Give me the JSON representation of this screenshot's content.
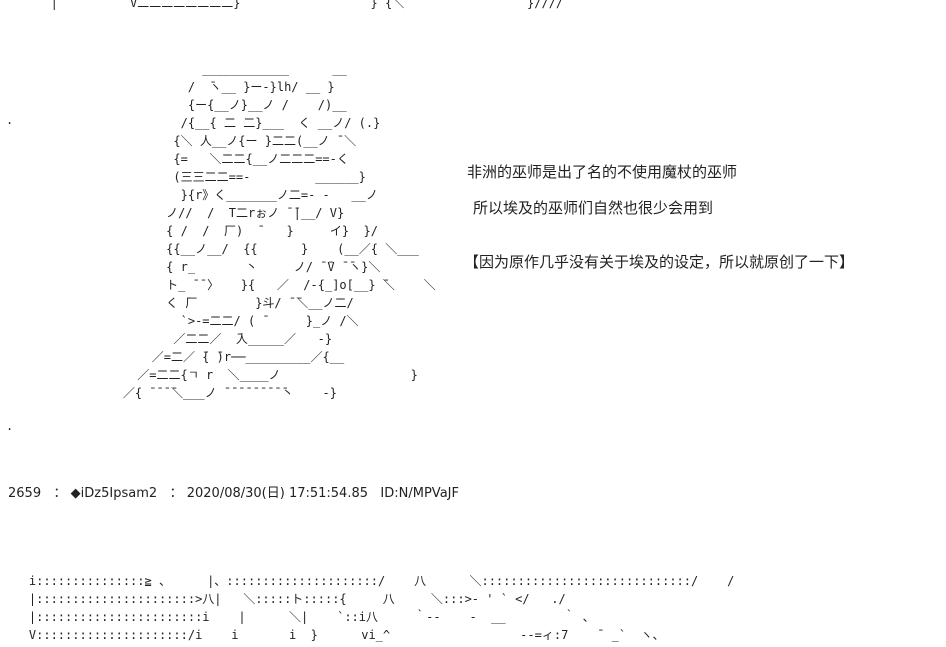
{
  "ascii_art": {
    "top_fragment": "       |          V二二二二二二二二}                  } {＼                 }////",
    "figure": "                            ____________      __\n                          /  ̄ヽ__ }ー‐}lh/ __ }\n                          {ー{__ノ}__ノ /    /)__\n                         /{__{ 二 二}___  く __ノ/ (.}\n                        {＼ 人__ノ{ー }二二(__ノ ̄ ＼\n                        {=   ＼二二{__ノ二二二==‐く\n                        (三三二二==‐         ______}\n                         }{r》く_______ノ二=‐ ‐   __ノ\n                       ノ//  /  T二rぉノ ̄ ̄|__/ V}\n                       { /  /  厂)  ̄    }     イ}  }/\n                       {{__ノ__/  {{      }    (__／{ ＼___\n                       { r_       丶     ノ/ ̄ ̄V ̄ ̄ヽ}＼\n                       ト_ ̄ ̄ 〉   }{   ／  /‐{_]o[__} ̄＼    ＼\n                       く ̄厂        }斗/ ̄ ̄＼__ノ二/\n                         `>‐=二二/ ( ̄      }_ノ /＼\n                        ／二二／  ̄人_____／   ‐}\n                     ／=二／ ̄{ ̄)r──_________／{__\n                   ／=二二{ㄱ r  ＼____ノ                  }\n                 ／{ ̄ ̄ ̄ ̄＼___ノ ̄ ̄ ̄ ̄ ̄ ̄ ̄ ̄ ̄丶    ‐}",
    "bottom_fragment": "    i:::::::::::::::≧ 、     |、:::::::::::::::::::::/    八      ＼:::::::::::::::::::::::::::::/    /\n    |::::::::::::::::::::::>八|   ＼:::::ト:::::{     八     ＼:::>‐ ' ` </   ./\n    |:::::::::::::::::::::::i    |      ＼|    `::i八     ｀‐-    -  __        ｀ 、\n    V:::::::::::::::::::::/i    i       i  }      vi_^                  --=ィ:7    ¯ _`  ヽ、"
  },
  "dots": [
    ".",
    "."
  ],
  "captions": [
    "非洲的巫师是出了名的不使用魔杖的巫师",
    "所以埃及的巫师们自然也很少会用到",
    "【因为原作几乎没有关于埃及的设定，所以就原创了一下】"
  ],
  "post_header": {
    "number": "2659",
    "separator": "：",
    "name": "◆iDz5Ipsam2",
    "separator2": "：",
    "datetime": "2020/08/30(日) 17:51:54.85",
    "id": "ID:N/MPVaJF"
  }
}
